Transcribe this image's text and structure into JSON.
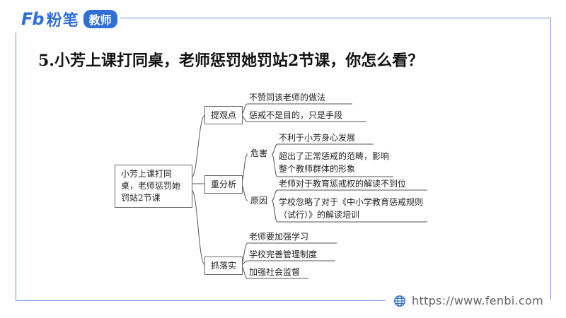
{
  "brand": {
    "logo_mark": "Fb",
    "logo_name": "粉笔",
    "logo_badge": "教师",
    "accent_color": "#2f6fd6",
    "frame_color": "#6e92d4"
  },
  "title": "5.小芳上课打同桌，老师惩罚她罚站2节课，你怎么看？",
  "diagram": {
    "root": "小芳上课打同桌，老师惩罚她罚站2节课",
    "branches": [
      {
        "label": "提观点",
        "items": [
          "不赞同该老师的做法",
          "惩戒不是目的，只是手段"
        ]
      },
      {
        "label": "重分析",
        "groups": [
          {
            "label": "危害",
            "items": [
              "不利于小芳身心发展",
              "超出了正常惩戒的范畴，影响整个教师群体的形象"
            ]
          },
          {
            "label": "原因",
            "items": [
              "老师对于教育惩戒权的解读不到位",
              "学校忽略了对于《中小学教育惩戒规则（试行）》的解读培训"
            ]
          }
        ]
      },
      {
        "label": "抓落实",
        "items": [
          "老师要加强学习",
          "学校完善管理制度",
          "加强社会监督"
        ]
      }
    ]
  },
  "footer": {
    "url": "https://www.fenbi.com",
    "icon": "globe-icon"
  }
}
